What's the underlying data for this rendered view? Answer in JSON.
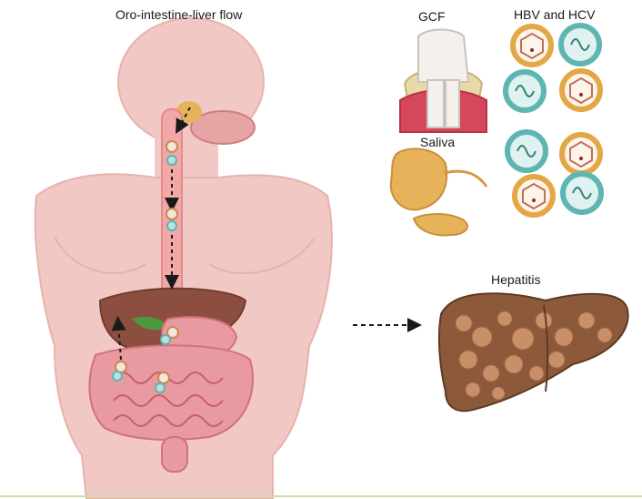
{
  "labels": {
    "flow_title": "Oro-intestine-liver flow",
    "gcf": "GCF",
    "virus_title": "HBV and HCV",
    "saliva": "Saliva",
    "hepatitis": "Hepatitis"
  },
  "icons": {
    "body": "human-torso-icon",
    "tooth": "tooth-gum-icon",
    "salivary_gland": "salivary-gland-icon",
    "hbv": "hbv-virus-icon",
    "hcv": "hcv-virus-icon",
    "liver": "cirrhotic-liver-icon",
    "arrow": "dashed-arrow-icon"
  },
  "colors": {
    "skin": "#f2c8c4",
    "skin_edge": "#e8b2ad",
    "liver": "#8c4f3f",
    "intestine": "#e89aa0",
    "hbv_ring": "#e3a845",
    "hcv_ring": "#5fb5b2",
    "bottom_rule": "#c9df9c"
  }
}
